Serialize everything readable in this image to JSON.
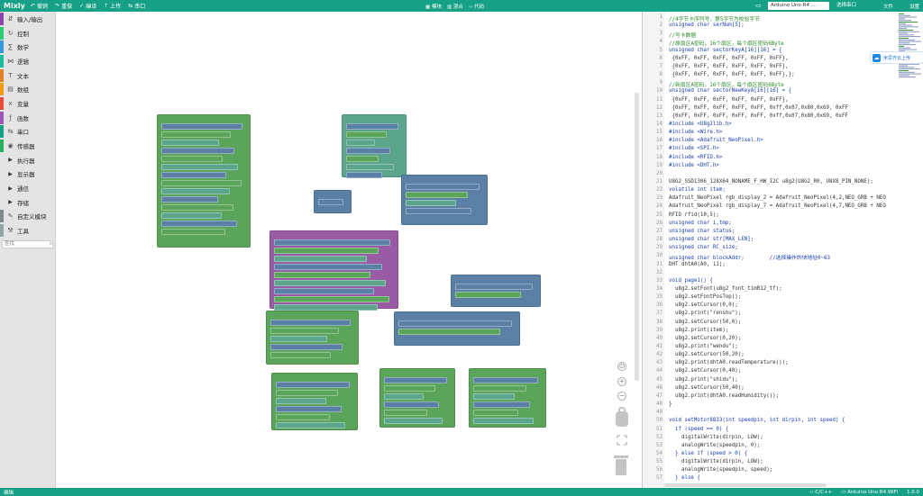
{
  "topbar": {
    "brand": "Mixly",
    "actions": [
      "撤销",
      "重做",
      "编译",
      "上传",
      "串口"
    ],
    "center_tabs": [
      "模块",
      "混合",
      "代码"
    ],
    "board": "Arduino Uno R4 ...",
    "port": "选择串口",
    "menus": [
      "文件",
      "设置"
    ]
  },
  "toolbox": {
    "categories": [
      {
        "label": "输入/输出",
        "icon": "io-icon",
        "color": "#8e44ad",
        "arrow": false
      },
      {
        "label": "控制",
        "icon": "loop-icon",
        "color": "#2ecc71",
        "arrow": false
      },
      {
        "label": "数学",
        "icon": "math-icon",
        "color": "#3498db",
        "arrow": false
      },
      {
        "label": "逻辑",
        "icon": "logic-icon",
        "color": "#1abc9c",
        "arrow": false
      },
      {
        "label": "文本",
        "icon": "text-icon",
        "color": "#e67e22",
        "arrow": false
      },
      {
        "label": "数组",
        "icon": "array-icon",
        "color": "#f39c12",
        "arrow": false
      },
      {
        "label": "变量",
        "icon": "variable-icon",
        "color": "#e74c3c",
        "arrow": false
      },
      {
        "label": "函数",
        "icon": "function-icon",
        "color": "#9b59b6",
        "arrow": false
      },
      {
        "label": "串口",
        "icon": "serial-icon",
        "color": "#16a085",
        "arrow": false
      },
      {
        "label": "传感器",
        "icon": "sensor-icon",
        "color": "#27ae60",
        "arrow": false
      },
      {
        "label": "执行器",
        "icon": "chevron-right-icon",
        "color": "#2980b9",
        "arrow": true
      },
      {
        "label": "显示器",
        "icon": "chevron-right-icon",
        "color": "#3f51b5",
        "arrow": true
      },
      {
        "label": "通信",
        "icon": "chevron-right-icon",
        "color": "#c0392b",
        "arrow": true
      },
      {
        "label": "存储",
        "icon": "chevron-right-icon",
        "color": "#d35400",
        "arrow": true
      },
      {
        "label": "自定义模块",
        "icon": "custom-icon",
        "color": "#7f8c8d",
        "arrow": false
      },
      {
        "label": "工具",
        "icon": "tool-icon",
        "color": "#95a5a6",
        "arrow": false
      }
    ],
    "search_placeholder": "查找"
  },
  "code": {
    "cloud_label": "米思齐云上传",
    "lines": [
      {
        "n": "1",
        "t": "//4字节卡序列号，第5字节为校验字节",
        "k": "cm"
      },
      {
        "n": "2",
        "t": "unsigned char serNum[5];",
        "k": "kw"
      },
      {
        "n": "3",
        "t": "//写卡数据",
        "k": "cm"
      },
      {
        "n": "4",
        "t": "//原扇区A密码，16个扇区，每个扇区密码6Byte",
        "k": "cm"
      },
      {
        "n": "5",
        "t": "unsigned char sectorKeyA[16][16] = {",
        "k": "kw"
      },
      {
        "n": "6",
        "t": " {0xFF, 0xFF, 0xFF, 0xFF, 0xFF, 0xFF},",
        "k": ""
      },
      {
        "n": "7",
        "t": " {0xFF, 0xFF, 0xFF, 0xFF, 0xFF, 0xFF},",
        "k": ""
      },
      {
        "n": "8",
        "t": " {0xFF, 0xFF, 0xFF, 0xFF, 0xFF, 0xFF},};",
        "k": ""
      },
      {
        "n": "9",
        "t": "//新扇区A密码，16个扇区，每个扇区密码6Byte",
        "k": "cm"
      },
      {
        "n": "10",
        "t": "unsigned char sectorNewKeyA[16][16] = {",
        "k": "kw"
      },
      {
        "n": "11",
        "t": " {0xFF, 0xFF, 0xFF, 0xFF, 0xFF, 0xFF},",
        "k": ""
      },
      {
        "n": "12",
        "t": " {0xFF, 0xFF, 0xFF, 0xFF, 0xFF, 0xff,0x07,0x80,0x69, 0xFF",
        "k": ""
      },
      {
        "n": "13",
        "t": " {0xFF, 0xFF, 0xFF, 0xFF, 0xFF, 0xff,0x07,0x80,0x69, 0xFF",
        "k": ""
      },
      {
        "n": "14",
        "t": "#include <U8g2lib.h>",
        "k": "pp"
      },
      {
        "n": "15",
        "t": "#include <Wire.h>",
        "k": "pp"
      },
      {
        "n": "16",
        "t": "#include <Adafruit_NeoPixel.h>",
        "k": "pp"
      },
      {
        "n": "17",
        "t": "#include <SPI.h>",
        "k": "pp"
      },
      {
        "n": "18",
        "t": "#include <RFID.h>",
        "k": "pp"
      },
      {
        "n": "19",
        "t": "#include <DHT.h>",
        "k": "pp"
      },
      {
        "n": "20",
        "t": "",
        "k": ""
      },
      {
        "n": "21",
        "t": "U8G2_SSD1306_128X64_NONAME_F_HW_I2C u8g2(U8G2_R0, U8X8_PIN_NONE);",
        "k": ""
      },
      {
        "n": "22",
        "t": "volatile int item;",
        "k": "kw"
      },
      {
        "n": "23",
        "t": "Adafruit_NeoPixel rgb_display_2 = Adafruit_NeoPixel(4,2,NEO_GRB + NEO",
        "k": ""
      },
      {
        "n": "24",
        "t": "Adafruit_NeoPixel rgb_display_7 = Adafruit_NeoPixel(4,7,NEO_GRB + NEO",
        "k": ""
      },
      {
        "n": "25",
        "t": "RFID rfid(10,5);",
        "k": ""
      },
      {
        "n": "26",
        "t": "unsigned char i,tmp;",
        "k": "kw"
      },
      {
        "n": "27",
        "t": "unsigned char status;",
        "k": "kw"
      },
      {
        "n": "28",
        "t": "unsigned char str[MAX_LEN];",
        "k": "kw"
      },
      {
        "n": "29",
        "t": "unsigned char RC_size;",
        "k": "kw"
      },
      {
        "n": "30",
        "t": "unsigned char blockAddr;        //选择操作的块地址0~63",
        "k": "kw"
      },
      {
        "n": "31",
        "t": "DHT dhtA0(A0, 11);",
        "k": ""
      },
      {
        "n": "32",
        "t": "",
        "k": ""
      },
      {
        "n": "33",
        "t": "void page1() {",
        "k": "kw"
      },
      {
        "n": "34",
        "t": "  u8g2.setFont(u8g2_font_timR12_tf);",
        "k": ""
      },
      {
        "n": "35",
        "t": "  u8g2.setFontPosTop();",
        "k": ""
      },
      {
        "n": "36",
        "t": "  u8g2.setCursor(0,0);",
        "k": ""
      },
      {
        "n": "37",
        "t": "  u8g2.print(\"renshu\");",
        "k": ""
      },
      {
        "n": "38",
        "t": "  u8g2.setCursor(50,0);",
        "k": ""
      },
      {
        "n": "39",
        "t": "  u8g2.print(item);",
        "k": ""
      },
      {
        "n": "40",
        "t": "  u8g2.setCursor(0,20);",
        "k": ""
      },
      {
        "n": "41",
        "t": "  u8g2.print(\"wendu\");",
        "k": ""
      },
      {
        "n": "42",
        "t": "  u8g2.setCursor(50,20);",
        "k": ""
      },
      {
        "n": "43",
        "t": "  u8g2.print(dhtA0.readTemperature());",
        "k": ""
      },
      {
        "n": "44",
        "t": "  u8g2.setCursor(0,40);",
        "k": ""
      },
      {
        "n": "45",
        "t": "  u8g2.print(\"shidu\");",
        "k": ""
      },
      {
        "n": "46",
        "t": "  u8g2.setCursor(50,40);",
        "k": ""
      },
      {
        "n": "47",
        "t": "  u8g2.print(dhtA0.readHumidity());",
        "k": ""
      },
      {
        "n": "48",
        "t": "}",
        "k": ""
      },
      {
        "n": "49",
        "t": "",
        "k": ""
      },
      {
        "n": "50",
        "t": "void setMotor8833(int speedpin, int dirpin, int speed) {",
        "k": "kw"
      },
      {
        "n": "51",
        "t": "  if (speed == 0) {",
        "k": "kw"
      },
      {
        "n": "52",
        "t": "    digitalWrite(dirpin, LOW);",
        "k": ""
      },
      {
        "n": "53",
        "t": "    analogWrite(speedpin, 0);",
        "k": ""
      },
      {
        "n": "54",
        "t": "  } else if (speed > 0) {",
        "k": "kw"
      },
      {
        "n": "55",
        "t": "    digitalWrite(dirpin, LOW);",
        "k": ""
      },
      {
        "n": "56",
        "t": "    analogWrite(speedpin, speed);",
        "k": ""
      },
      {
        "n": "57",
        "t": "  } else {",
        "k": "kw"
      }
    ]
  },
  "status": {
    "left": "编辑",
    "lang": "C/C++",
    "board": "Arduino Uno R4 WiFi",
    "version": "1.0.0"
  },
  "colors": {
    "accent": "#16a085",
    "block_green": "#5ba55b",
    "block_blue": "#5b80a5",
    "block_purple": "#9a5ba5",
    "block_orange": "#c98a52",
    "block_red": "#a55b5b",
    "block_teal": "#5ba58c"
  }
}
